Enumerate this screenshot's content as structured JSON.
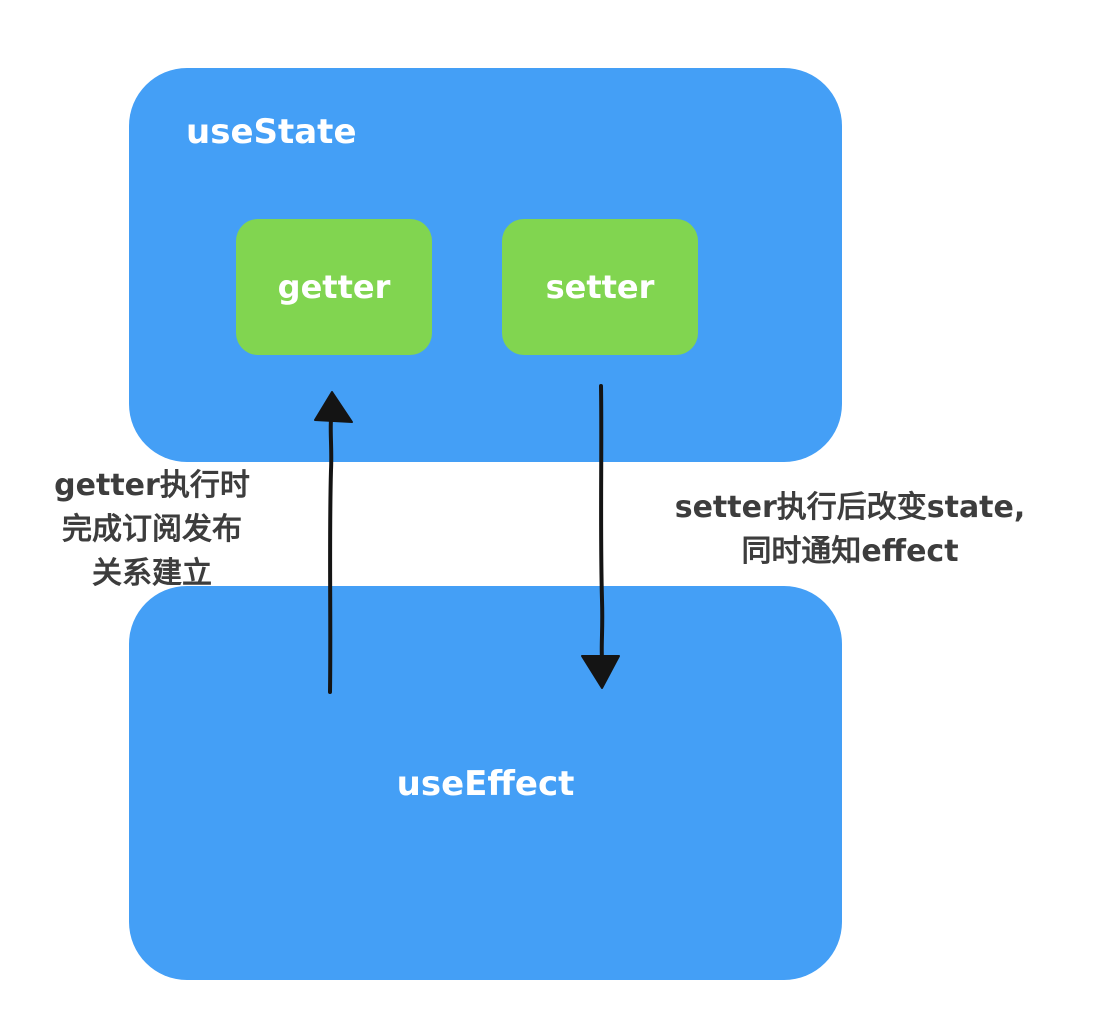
{
  "colors": {
    "container": "#449ff6",
    "inner": "#81d550",
    "arrow": "#141414",
    "caption": "#3d3d3d",
    "label": "#ffffff"
  },
  "usestate": {
    "title": "useState",
    "getter_label": "getter",
    "setter_label": "setter"
  },
  "useeffect": {
    "title": "useEffect"
  },
  "captions": {
    "getter_line1": "getter执行时",
    "getter_line2": "完成订阅发布",
    "getter_line3": "关系建立",
    "setter_line1": "setter执行后改变state,",
    "setter_line2": "同时通知effect"
  }
}
